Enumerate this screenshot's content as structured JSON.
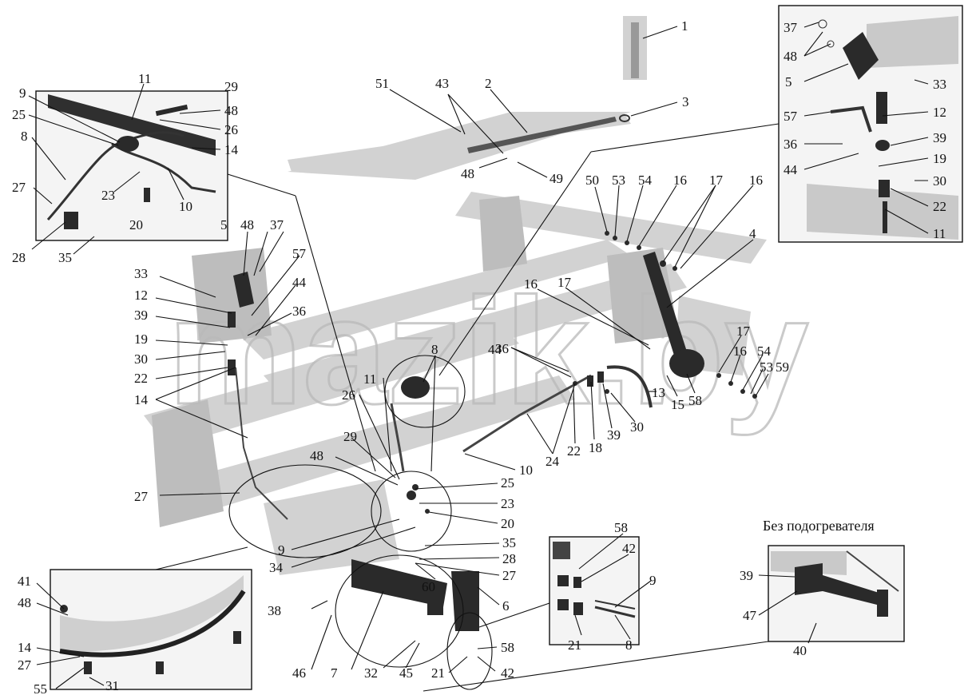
{
  "watermark": "mazik.by",
  "caption_no_heater": "Без подогревателя",
  "labels": [
    {
      "id": "c1",
      "text": "1"
    },
    {
      "id": "c2",
      "text": "2"
    },
    {
      "id": "c3",
      "text": "3"
    },
    {
      "id": "c51",
      "text": "51"
    },
    {
      "id": "c43",
      "text": "43"
    },
    {
      "id": "c48a",
      "text": "48"
    },
    {
      "id": "c49",
      "text": "49"
    },
    {
      "id": "c50",
      "text": "50"
    },
    {
      "id": "c53a",
      "text": "53"
    },
    {
      "id": "c54a",
      "text": "54"
    },
    {
      "id": "c16a",
      "text": "16"
    },
    {
      "id": "c17a",
      "text": "17"
    },
    {
      "id": "c16b",
      "text": "16"
    },
    {
      "id": "c4",
      "text": "4"
    },
    {
      "id": "c16c",
      "text": "16"
    },
    {
      "id": "c17b",
      "text": "17"
    },
    {
      "id": "c17c",
      "text": "17"
    },
    {
      "id": "c16d",
      "text": "16"
    },
    {
      "id": "c54b",
      "text": "54"
    },
    {
      "id": "c53b",
      "text": "53"
    },
    {
      "id": "c59",
      "text": "59"
    },
    {
      "id": "c58a",
      "text": "58"
    },
    {
      "id": "c15",
      "text": "15"
    },
    {
      "id": "c13",
      "text": "13"
    },
    {
      "id": "c30a",
      "text": "30"
    },
    {
      "id": "c39a",
      "text": "39"
    },
    {
      "id": "c18",
      "text": "18"
    },
    {
      "id": "c22a",
      "text": "22"
    },
    {
      "id": "c24",
      "text": "24"
    },
    {
      "id": "c36a",
      "text": "36"
    },
    {
      "id": "c44a",
      "text": "44"
    },
    {
      "id": "c8a",
      "text": "8"
    },
    {
      "id": "c11a",
      "text": "11"
    },
    {
      "id": "c26a",
      "text": "26"
    },
    {
      "id": "c10a",
      "text": "10"
    },
    {
      "id": "c5a",
      "text": "5"
    },
    {
      "id": "c48b",
      "text": "48"
    },
    {
      "id": "c37a",
      "text": "37"
    },
    {
      "id": "c57a",
      "text": "57"
    },
    {
      "id": "c33a",
      "text": "33"
    },
    {
      "id": "c44b",
      "text": "44"
    },
    {
      "id": "c12a",
      "text": "12"
    },
    {
      "id": "c36b",
      "text": "36"
    },
    {
      "id": "c39b",
      "text": "39"
    },
    {
      "id": "c19a",
      "text": "19"
    },
    {
      "id": "c30b",
      "text": "30"
    },
    {
      "id": "c22b",
      "text": "22"
    },
    {
      "id": "c14a",
      "text": "14"
    },
    {
      "id": "c29a",
      "text": "29"
    },
    {
      "id": "c48c",
      "text": "48"
    },
    {
      "id": "c25a",
      "text": "25"
    },
    {
      "id": "c23a",
      "text": "23"
    },
    {
      "id": "c20a",
      "text": "20"
    },
    {
      "id": "c27a",
      "text": "27"
    },
    {
      "id": "c35a",
      "text": "35"
    },
    {
      "id": "c28a",
      "text": "28"
    },
    {
      "id": "c27b",
      "text": "27"
    },
    {
      "id": "c9a",
      "text": "9"
    },
    {
      "id": "c34",
      "text": "34"
    },
    {
      "id": "c60",
      "text": "60"
    },
    {
      "id": "c6",
      "text": "6"
    },
    {
      "id": "c38",
      "text": "38"
    },
    {
      "id": "c46",
      "text": "46"
    },
    {
      "id": "c7",
      "text": "7"
    },
    {
      "id": "c32",
      "text": "32"
    },
    {
      "id": "c45",
      "text": "45"
    },
    {
      "id": "c21a",
      "text": "21"
    },
    {
      "id": "c42a",
      "text": "42"
    },
    {
      "id": "c58b",
      "text": "58"
    },
    {
      "id": "t11",
      "text": "11"
    },
    {
      "id": "t9",
      "text": "9"
    },
    {
      "id": "t29",
      "text": "29"
    },
    {
      "id": "t48",
      "text": "48"
    },
    {
      "id": "t25",
      "text": "25"
    },
    {
      "id": "t26",
      "text": "26"
    },
    {
      "id": "t8",
      "text": "8"
    },
    {
      "id": "t14",
      "text": "14"
    },
    {
      "id": "t27",
      "text": "27"
    },
    {
      "id": "t23",
      "text": "23"
    },
    {
      "id": "t10",
      "text": "10"
    },
    {
      "id": "t20",
      "text": "20"
    },
    {
      "id": "t28",
      "text": "28"
    },
    {
      "id": "t35",
      "text": "35"
    },
    {
      "id": "r37",
      "text": "37"
    },
    {
      "id": "r48",
      "text": "48"
    },
    {
      "id": "r5",
      "text": "5"
    },
    {
      "id": "r33",
      "text": "33"
    },
    {
      "id": "r57",
      "text": "57"
    },
    {
      "id": "r12",
      "text": "12"
    },
    {
      "id": "r36",
      "text": "36"
    },
    {
      "id": "r39",
      "text": "39"
    },
    {
      "id": "r19",
      "text": "19"
    },
    {
      "id": "r44",
      "text": "44"
    },
    {
      "id": "r30",
      "text": "30"
    },
    {
      "id": "r22",
      "text": "22"
    },
    {
      "id": "r11",
      "text": "11"
    },
    {
      "id": "b41",
      "text": "41"
    },
    {
      "id": "b48",
      "text": "48"
    },
    {
      "id": "b14",
      "text": "14"
    },
    {
      "id": "b27",
      "text": "27"
    },
    {
      "id": "b55",
      "text": "55"
    },
    {
      "id": "b31",
      "text": "31"
    },
    {
      "id": "m58",
      "text": "58"
    },
    {
      "id": "m42",
      "text": "42"
    },
    {
      "id": "m9",
      "text": "9"
    },
    {
      "id": "m21",
      "text": "21"
    },
    {
      "id": "m8",
      "text": "8"
    },
    {
      "id": "h39",
      "text": "39"
    },
    {
      "id": "h47",
      "text": "47"
    },
    {
      "id": "h40",
      "text": "40"
    }
  ]
}
